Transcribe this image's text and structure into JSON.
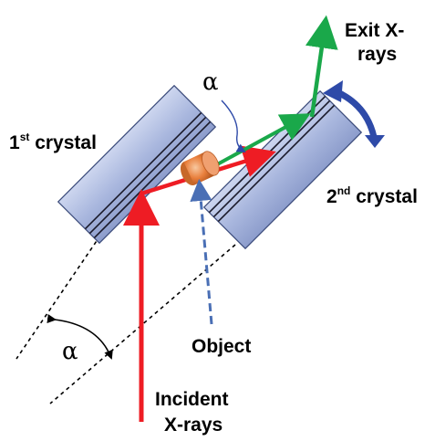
{
  "labels": {
    "crystal1": {
      "base": "1",
      "sup": "st",
      "rest": " crystal"
    },
    "crystal2": {
      "base": "2",
      "sup": "nd",
      "rest": " crystal"
    },
    "exit_line1": "Exit X-",
    "exit_line2": "rays",
    "object": "Object",
    "incident_line1": "Incident",
    "incident_line2": "X-rays",
    "alpha_top": "α",
    "alpha_bottom": "α"
  },
  "colors": {
    "crystal_fill": "#aab8dd",
    "crystal_stroke": "#3a4a7a",
    "incident_beam": "#ee1c24",
    "exit_beam": "#1aa84a",
    "object_arrow": "#4a6fb5",
    "rotation_arrow": "#2e4aa8",
    "object_fill": "#e97f3c"
  }
}
